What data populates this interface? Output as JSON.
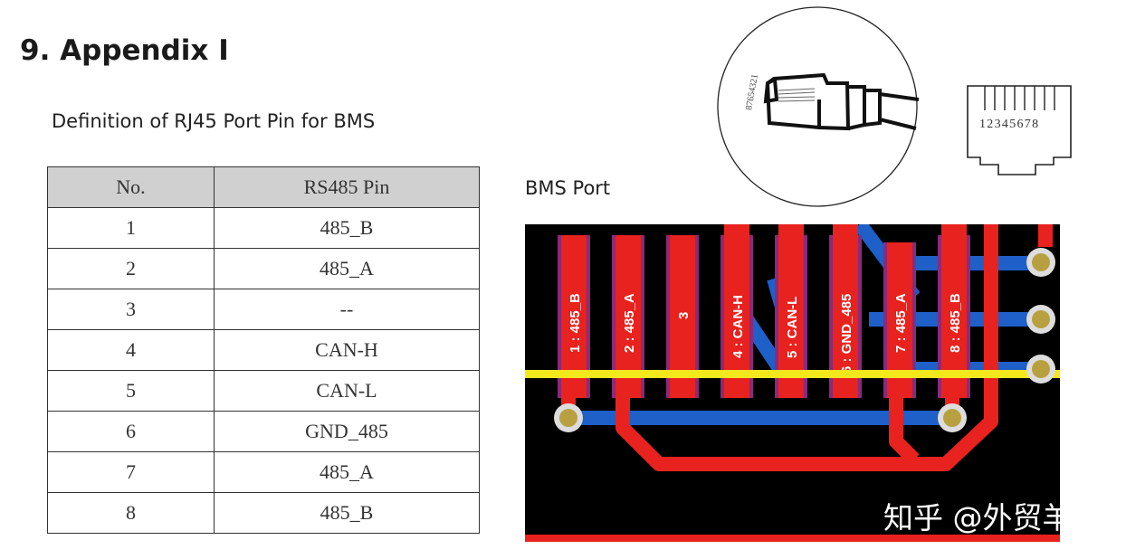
{
  "heading": "9. Appendix I",
  "subtitle": "Definition of RJ45 Port Pin for BMS",
  "table": {
    "headers": [
      "No.",
      "RS485 Pin"
    ],
    "rows": [
      [
        "1",
        "485_B"
      ],
      [
        "2",
        "485_A"
      ],
      [
        "3",
        "--"
      ],
      [
        "4",
        "CAN-H"
      ],
      [
        "5",
        "CAN-L"
      ],
      [
        "6",
        "GND_485"
      ],
      [
        "7",
        "485_A"
      ],
      [
        "8",
        "485_B"
      ]
    ]
  },
  "bms_port_label": "BMS Port",
  "plug_pin_numbers": "87654321",
  "jack_pin_numbers": "12345678",
  "pcb_pad_labels": [
    "1 : 485_B",
    "2 : 485_A",
    "3",
    "4 : CAN-H",
    "5 : CAN-L",
    "6 : GND_485",
    "7 : 485_A",
    "8 : 485_B"
  ],
  "watermark": "知乎 @外贸羊",
  "colors": {
    "pcb_bg": "#000000",
    "copper_red": "#e8221e",
    "trace_blue": "#1e5fc8",
    "silk_yellow": "#f2e81c",
    "header_gray": "#d0d0d0"
  }
}
